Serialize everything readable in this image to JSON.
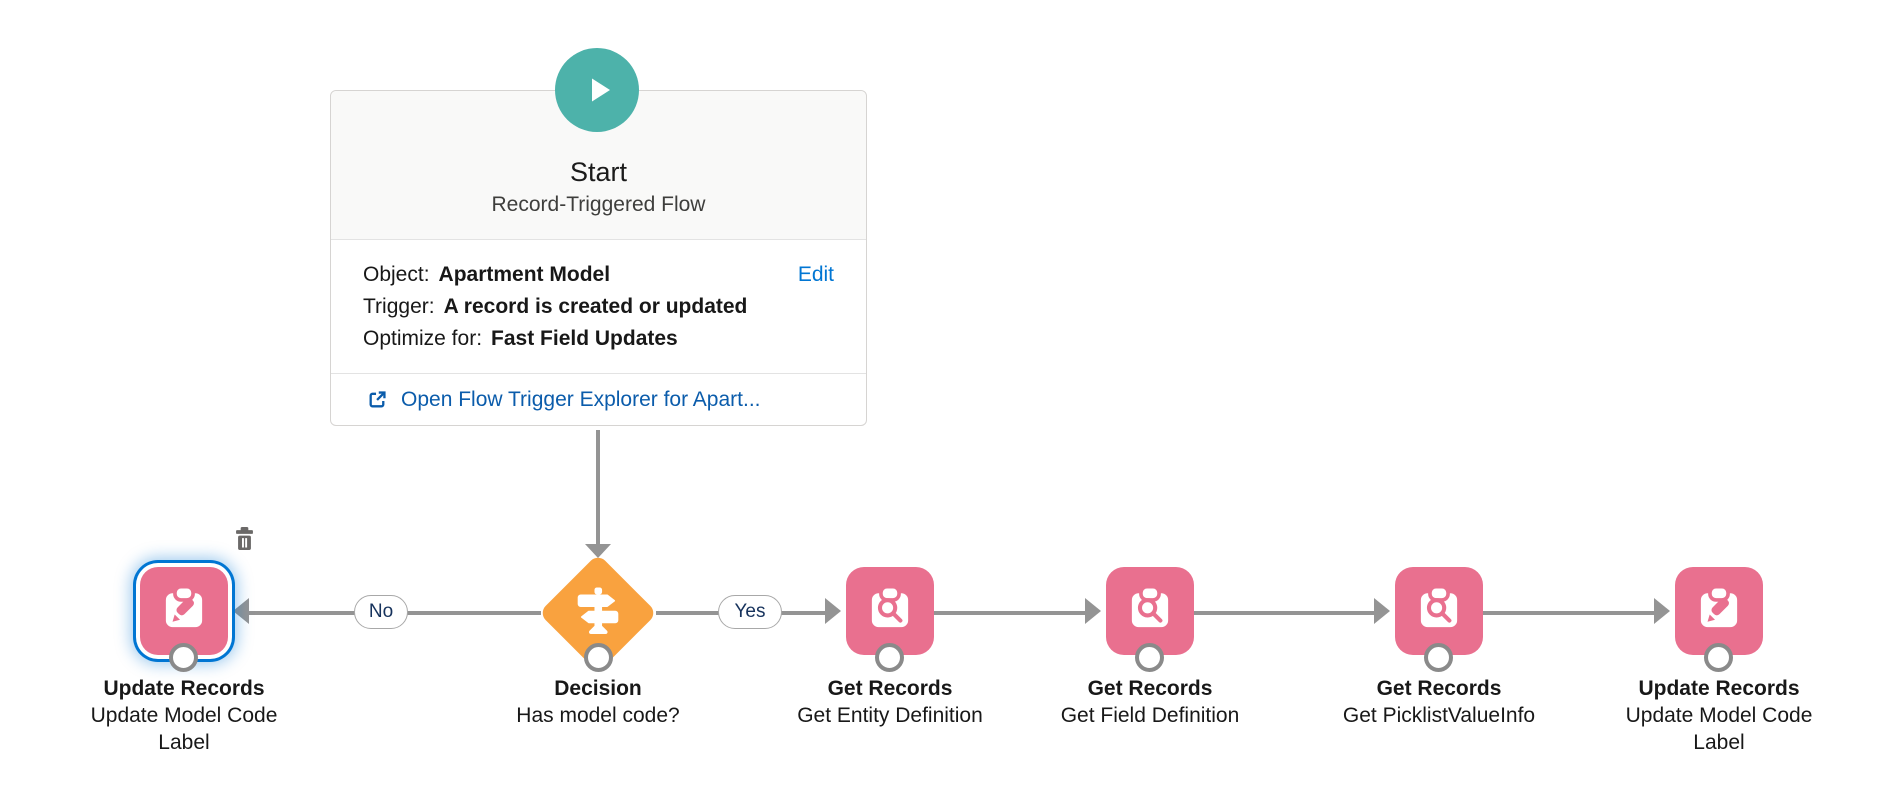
{
  "colors": {
    "node_pink": "#E9708F",
    "decision_orange": "#F9A23F",
    "start_teal": "#4DB2AA",
    "connector_gray": "#949494",
    "selection_blue": "#0176D3",
    "footer_link_blue": "#0B5CAB",
    "edit_link_blue": "#0176D3",
    "branch_label_navy": "#16325C"
  },
  "start": {
    "icon": "play-icon",
    "title": "Start",
    "subtitle": "Record-Triggered Flow",
    "fields": [
      {
        "label": "Object:",
        "value": "Apartment Model"
      },
      {
        "label": "Trigger:",
        "value": "A record is created or updated"
      },
      {
        "label": "Optimize for:",
        "value": "Fast Field Updates"
      }
    ],
    "edit_label": "Edit",
    "footer_link": {
      "icon": "external-link-icon",
      "label": "Open Flow Trigger Explorer for Apart..."
    }
  },
  "decision": {
    "icon": "signpost-icon",
    "title": "Decision",
    "subtitle": "Has model code?"
  },
  "branches": {
    "no_label": "No",
    "yes_label": "Yes"
  },
  "nodes": [
    {
      "icon": "clipboard-pencil-icon",
      "title": "Update Records",
      "subtitle": "Update Model Code Label",
      "selected": true,
      "delete_icon": "trash-icon"
    },
    {
      "icon": "clipboard-search-icon",
      "title": "Get Records",
      "subtitle": "Get Entity Definition"
    },
    {
      "icon": "clipboard-search-icon",
      "title": "Get Records",
      "subtitle": "Get Field Definition"
    },
    {
      "icon": "clipboard-search-icon",
      "title": "Get Records",
      "subtitle": "Get PicklistValueInfo"
    },
    {
      "icon": "clipboard-pencil-icon",
      "title": "Update Records",
      "subtitle": "Update Model Code Label"
    }
  ]
}
